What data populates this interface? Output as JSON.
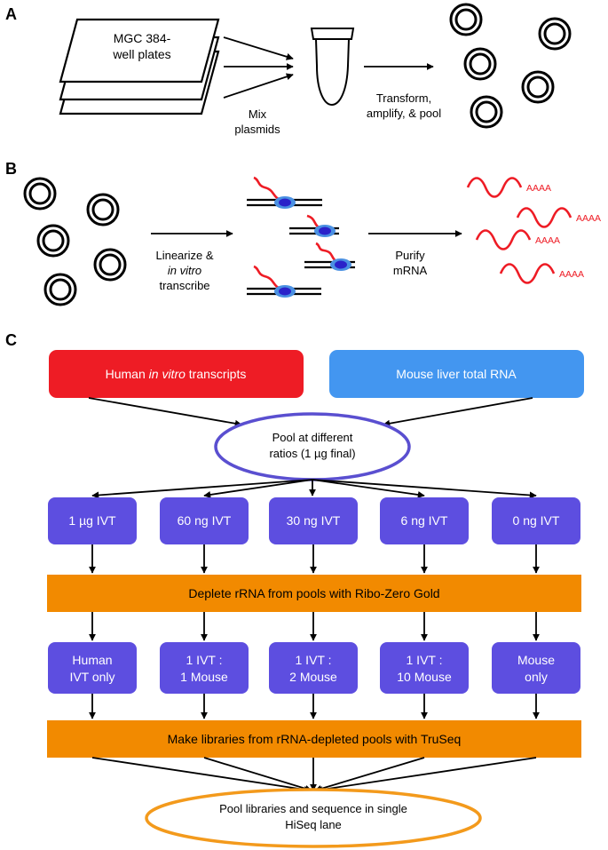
{
  "panels": {
    "a": "A",
    "b": "B",
    "c": "C"
  },
  "panel_a": {
    "plates_line1": "MGC 384-",
    "plates_line2": "well plates",
    "mix_line1": "Mix",
    "mix_line2": "plasmids",
    "transform_line1": "Transform,",
    "transform_line2": "amplify, & pool"
  },
  "panel_b": {
    "linearize_line1": "Linearize &",
    "linearize_line2": "in vitro",
    "linearize_line3": "transcribe",
    "purify_line1": "Purify",
    "purify_line2": "mRNA",
    "polya": "AAAA"
  },
  "panel_c": {
    "human_prefix": "Human ",
    "human_italic": "in vitro",
    "human_suffix": " transcripts",
    "mouse_total": "Mouse liver total RNA",
    "pool_line1": "Pool at different",
    "pool_line2": "ratios (1 µg final)",
    "ivt_amounts": [
      "1 µg IVT",
      "60 ng IVT",
      "30 ng IVT",
      "6 ng IVT",
      "0 ng IVT"
    ],
    "deplete": "Deplete rRNA from pools with Ribo-Zero Gold",
    "ratios": [
      {
        "line1": "Human",
        "line2": "IVT only"
      },
      {
        "line1": "1 IVT :",
        "line2": "1 Mouse"
      },
      {
        "line1": "1 IVT :",
        "line2": "2 Mouse"
      },
      {
        "line1": "1 IVT :",
        "line2": "10 Mouse"
      },
      {
        "line1": "Mouse",
        "line2": "only"
      }
    ],
    "libraries": "Make libraries from rRNA-depleted pools with TruSeq",
    "final_line1": "Pool libraries and sequence in single",
    "final_line2": "HiSeq lane"
  },
  "colors": {
    "red_box": "#ee1c25",
    "blue_box": "#4396f0",
    "purple_box": "#5d4ee0",
    "orange_bar": "#f28a00",
    "ellipse_blue": "#5a4fd0",
    "ellipse_orange": "#f39a1c",
    "rna_red": "#ee1c25",
    "polymerase_blue": "#4a90e2",
    "polymerase_core": "#2a22c9"
  }
}
